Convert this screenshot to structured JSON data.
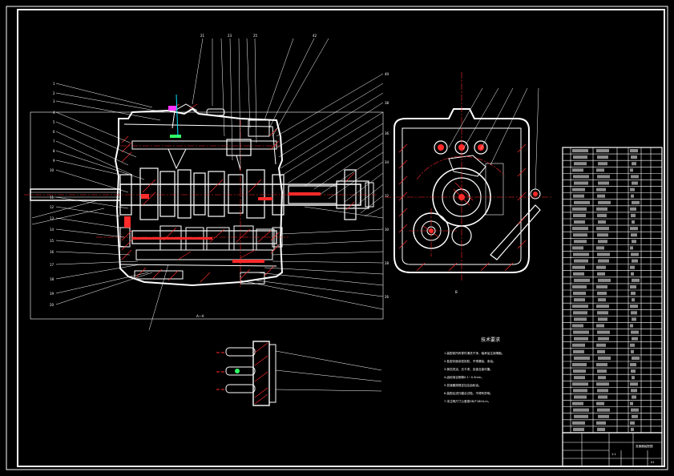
{
  "drawing": {
    "background": "#000000",
    "line_color": "#ffffff",
    "centerline_color": "#ff2a2a",
    "leader_color": "#ffffff",
    "accent_green": "#33ff66",
    "accent_cyan": "#00e5ff",
    "accent_magenta": "#ff33ff"
  },
  "views": {
    "main_section_label": "A—A",
    "side_view_label": "B",
    "detail_label": ""
  },
  "tech_requirements": {
    "title": "技术要求",
    "lines": [
      "1.装配前所有零件清洗干净，轴承加注润滑脂。",
      "2.各密封面涂密封胶，不得漏油、渗油。",
      "3.换挡灵活，无卡滞，自锁互锁可靠。",
      "4.齿轮啮合侧隙0.1~0.3mm。",
      "5.变速器按规定加注齿轮油。",
      "6.装配后进行磨合试验，不得有异响。",
      "7.未注明尺寸公差按GB/T1804-m。"
    ]
  },
  "parts_list": {
    "rows": 44
  },
  "title_block": {
    "drawing_title": "变速器装配图",
    "scale": "1:1",
    "sheet": "01"
  }
}
